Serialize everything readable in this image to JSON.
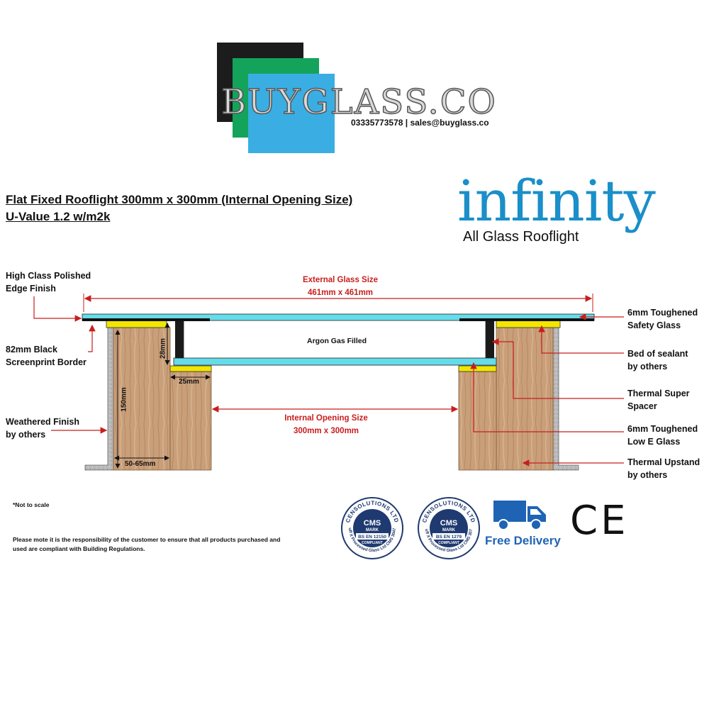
{
  "header": {
    "brand": "BUYGLASS.CO",
    "contact": "03335773578 | sales@buyglass.co"
  },
  "product": {
    "title_line1": "Flat Fixed Rooflight 300mm x 300mm (Internal Opening Size)",
    "title_line2": "U-Value 1.2 w/m2k"
  },
  "infinity": {
    "logo": "infinity",
    "subtitle": "All Glass Rooflight",
    "color": "#1a8fc9"
  },
  "diagram": {
    "external_glass_title": "External Glass Size",
    "external_glass_value": "461mm x 461mm",
    "argon": "Argon Gas Filled",
    "internal_title": "Internal Opening Size",
    "internal_value": "300mm x 300mm",
    "dim_28": "28mm",
    "dim_25": "25mm",
    "dim_150": "150mm",
    "dim_50_65": "50-65mm"
  },
  "labels_left": [
    [
      "High Class Polished",
      "Edge Finish"
    ],
    [
      "82mm Black",
      "Screenprint Border"
    ],
    [
      "Weathered Finish",
      "by others"
    ]
  ],
  "labels_right": [
    [
      "6mm Toughened",
      "Safety Glass"
    ],
    [
      "Bed of sealant",
      "by others"
    ],
    [
      "Thermal Super",
      "Spacer"
    ],
    [
      "6mm Toughened",
      "Low E Glass"
    ],
    [
      "Thermal Upstand",
      "by others"
    ]
  ],
  "footer": {
    "not_to_scale": "*Not to scale",
    "disclaimer_line1": "Please mote it is the responsibility of the customer to ensure that all products purchased and",
    "disclaimer_line2": "used are compliant with Building Regulations."
  },
  "badges": {
    "badge1": {
      "ring_top": "CENSOLUTIONS LTD",
      "cms": "CMS",
      "mark": "MARK",
      "std": "BS EN 12150",
      "compliant": "COMPLIANT",
      "ring_bottom": "Tuff X Processed Glass Ltd CMS 3047T"
    },
    "badge2": {
      "ring_top": "CENSOLUTIONS LTD",
      "cms": "CMS",
      "mark": "MARK",
      "std": "BS EN 1279",
      "compliant": "COMPLIANT",
      "ring_bottom": "Tuff X Processed Glass Ltd CMS 3074"
    },
    "free_delivery": "Free Delivery",
    "ce": "CE"
  },
  "colors": {
    "accent_red": "#c81e1e",
    "glass": "#66dcea",
    "brand_blue": "#1a8fc9",
    "sealant": "#f2e600"
  }
}
